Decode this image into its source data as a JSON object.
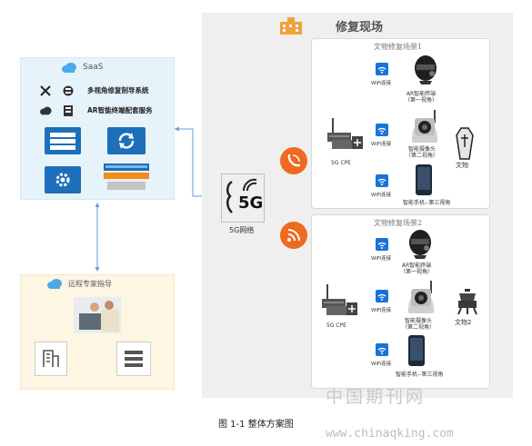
{
  "saas": {
    "title": "SaaS",
    "items": [
      {
        "label": "多视角修复制导系统",
        "icon": "tools-icon"
      },
      {
        "label": "AR智能终端配套服务",
        "icon": "cloud-icon"
      }
    ]
  },
  "expert": {
    "title": "远程专家指导"
  },
  "network": {
    "label": "5G网络",
    "badge": "5G"
  },
  "site": {
    "title": "修复现场",
    "scene1": {
      "title": "文物修复场景1",
      "cpe": "5G CPE",
      "wifi": "WiFi连接",
      "ar_device": "AR智能终端",
      "view1": "（第一视角）",
      "camera": "智能摄像头",
      "view2": "（第二视角）",
      "phone": "智能手机--第三视角",
      "relic": "文物"
    },
    "scene2": {
      "title": "文物修复场景2",
      "cpe": "5G CPE",
      "wifi": "WiFi连接",
      "ar_device": "AR智能终端",
      "view1": "（第一视角）",
      "camera": "智能摄像头",
      "view2": "（第二视角）",
      "phone": "智能手机--第三视角",
      "relic": "文物2"
    }
  },
  "caption": "图 1-1 整体方案图",
  "watermark1": "中国期刊网",
  "watermark2": "www.chinaqking.com",
  "colors": {
    "accent": "#1a73d9",
    "orange": "#ee6a1f",
    "saas_bg": "#e6f3fb",
    "expert_bg": "#fdf6e3"
  }
}
